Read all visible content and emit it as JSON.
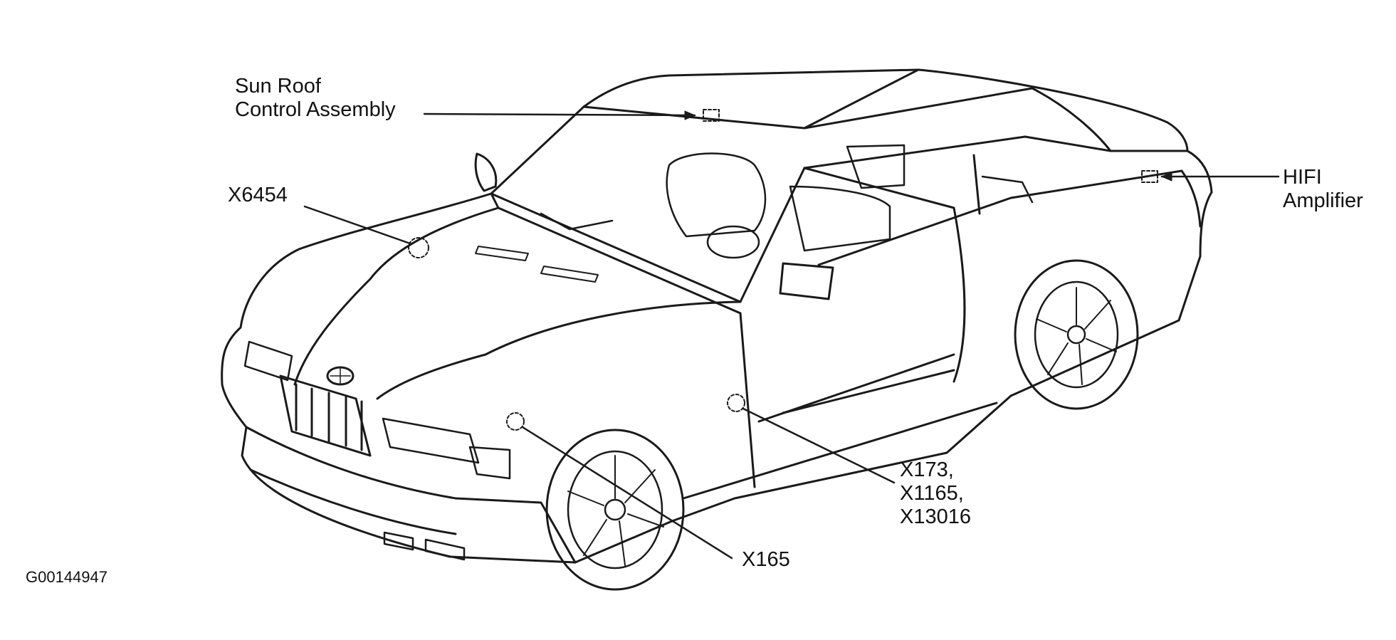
{
  "figure_id": "G00144947",
  "callouts": {
    "sunroof": {
      "lines": [
        "Sun Roof",
        "Control Assembly"
      ]
    },
    "x6454": {
      "lines": [
        "X6454"
      ]
    },
    "hifi": {
      "lines": [
        "HIFI",
        "Amplifier"
      ]
    },
    "x173": {
      "lines": [
        "X173,",
        "X1165,",
        "X13016"
      ]
    },
    "x165": {
      "lines": [
        "X165"
      ]
    }
  },
  "colors": {
    "ink": "#111111",
    "background": "#ffffff"
  }
}
